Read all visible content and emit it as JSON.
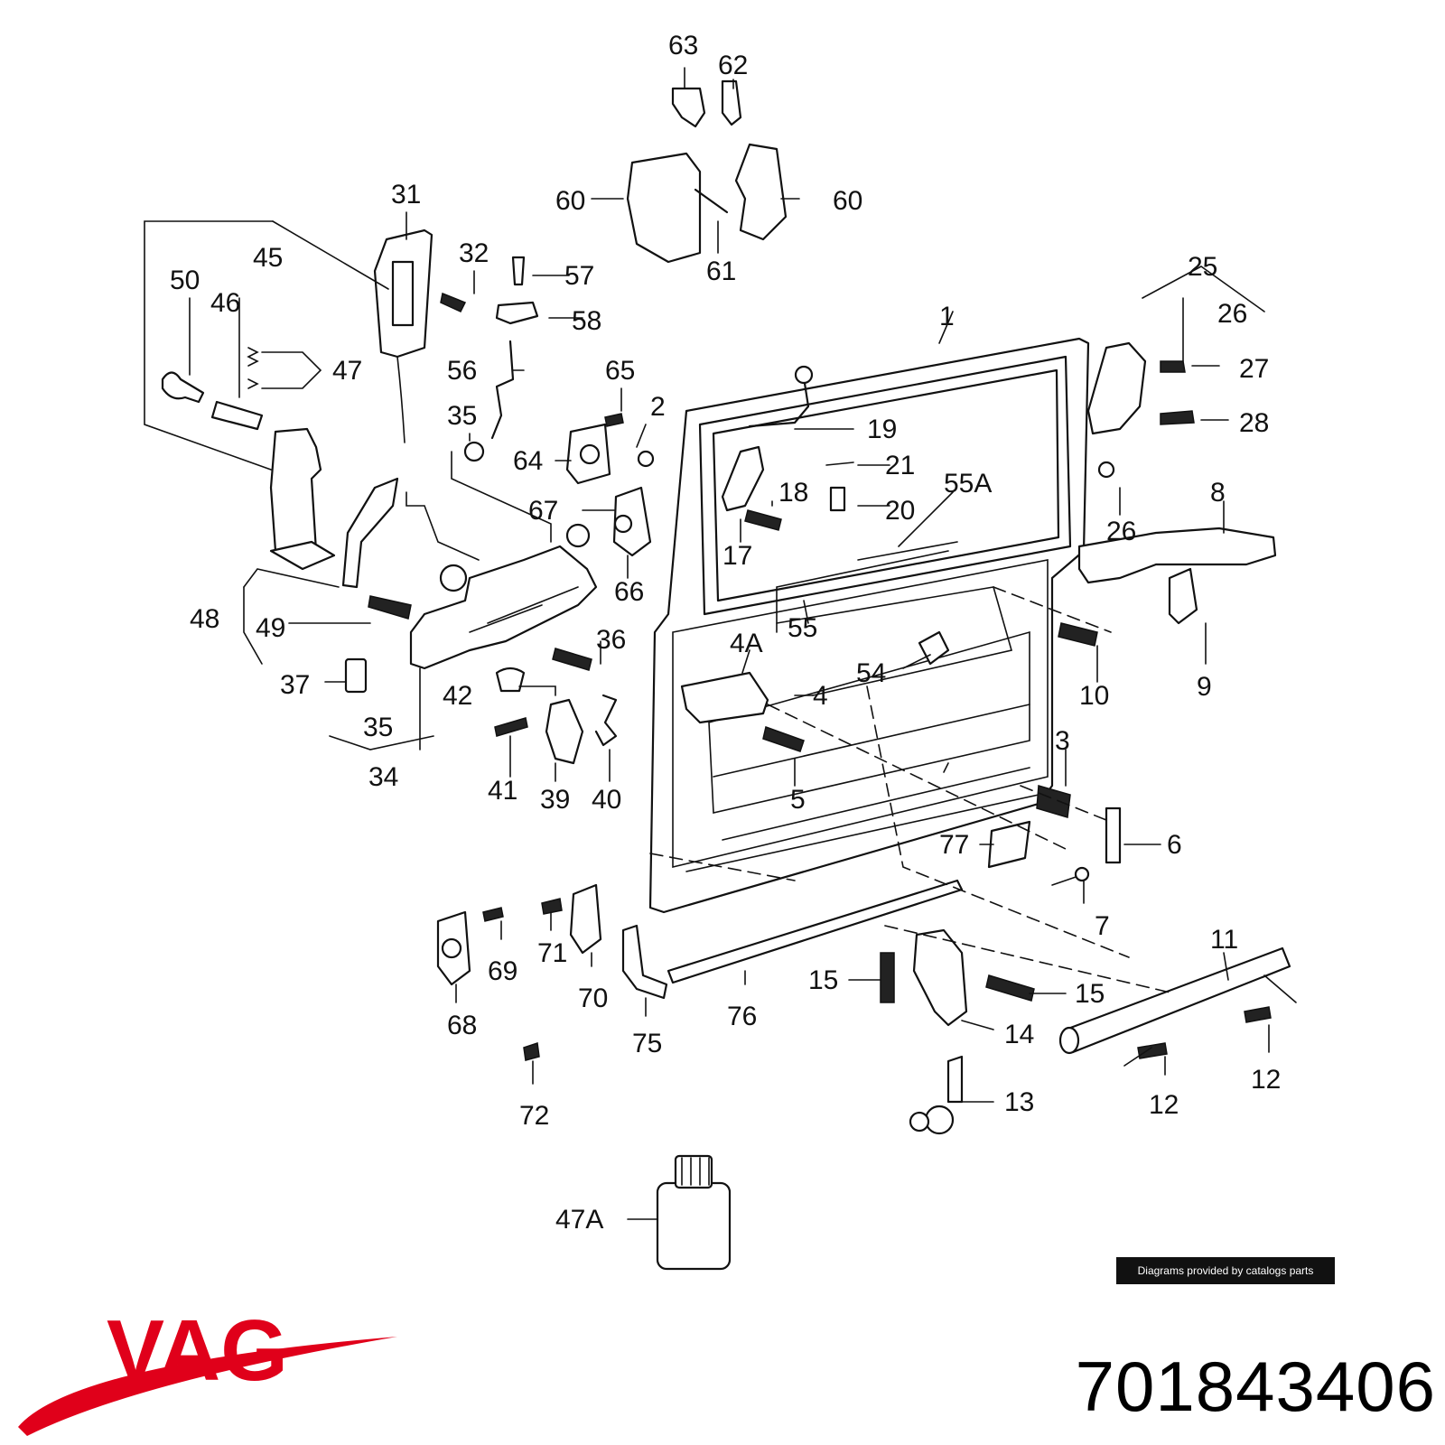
{
  "diagram": {
    "callouts": [
      "1",
      "3",
      "4",
      "4A",
      "5",
      "6",
      "7",
      "8",
      "9",
      "10",
      "11",
      "12",
      "12",
      "13",
      "14",
      "15",
      "15",
      "17",
      "18",
      "19",
      "20",
      "21",
      "25",
      "26",
      "26",
      "27",
      "28",
      "31",
      "32",
      "34",
      "35",
      "35",
      "36",
      "37",
      "39",
      "40",
      "41",
      "42",
      "45",
      "46",
      "47",
      "47A",
      "48",
      "49",
      "50",
      "54",
      "55",
      "55A",
      "56",
      "57",
      "58",
      "60",
      "60",
      "61",
      "62",
      "63",
      "64",
      "65",
      "66",
      "67",
      "68",
      "69",
      "70",
      "71",
      "72",
      "75",
      "76",
      "77",
      "2"
    ]
  },
  "credit": "Diagrams provided by catalogs parts",
  "brand": {
    "name": "VAG",
    "color": "#e0001a"
  },
  "part_number": "701843406"
}
